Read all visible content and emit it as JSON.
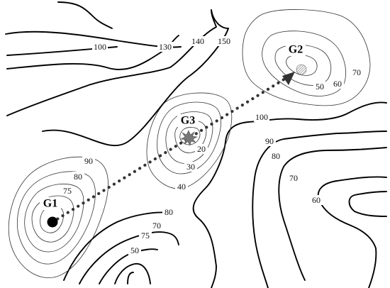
{
  "points": [
    {
      "id": "g1",
      "label": "G1",
      "marker": "filled-circle",
      "color": "#000000"
    },
    {
      "id": "g2",
      "label": "G2",
      "marker": "hatched-circle",
      "color": "#555555"
    },
    {
      "id": "g3",
      "label": "G3",
      "marker": "starburst",
      "color": "#777777"
    }
  ],
  "contour_labels": [
    "100",
    "130",
    "140",
    "150",
    "70",
    "60",
    "50",
    "100",
    "90",
    "80",
    "70",
    "60",
    "90",
    "80",
    "75",
    "20",
    "30",
    "40",
    "80",
    "70",
    "75",
    "50"
  ],
  "path": {
    "style": "dotted",
    "from": "G1",
    "to": "G2",
    "via": "G3",
    "color": "#333333"
  }
}
